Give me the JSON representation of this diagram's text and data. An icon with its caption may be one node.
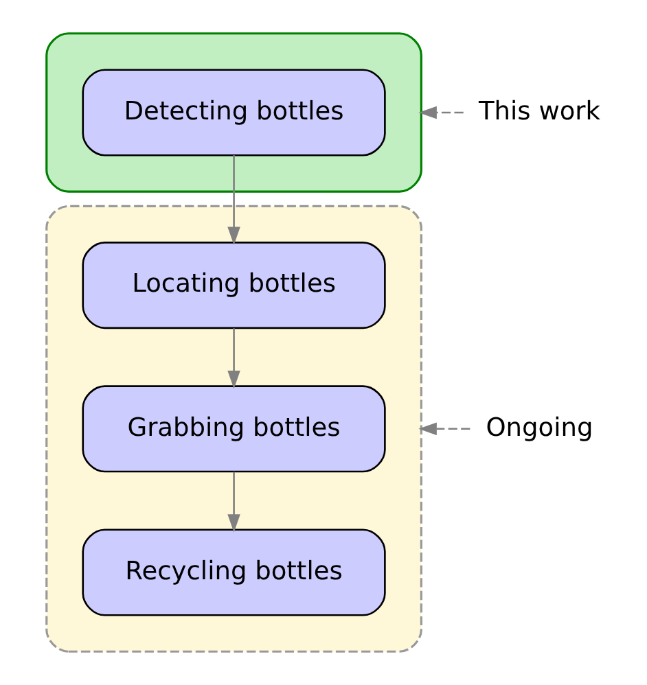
{
  "diagram": {
    "nodes": [
      {
        "text": [],
        "shape": "box"
      },
      {
        "text": [
          "Detecting bottles"
        ],
        "in": 0
      },
      {
        "text": [],
        "shape": "box"
      },
      {
        "text": [
          "Locating bottles"
        ],
        "in": 2
      },
      {
        "text": [
          "Grabbing bottles"
        ],
        "in": 2
      },
      {
        "text": [
          "Recycling bottles"
        ],
        "in": 2
      },
      {
        "text": [
          "This work"
        ]
      },
      {
        "text": [
          "Ongoing"
        ]
      }
    ],
    "edges": [
      {
        "from": 1,
        "to": 3,
        "arrow": "to"
      },
      {
        "from": 3,
        "to": 4,
        "arrow": "to"
      },
      {
        "from": 4,
        "to": 5,
        "arrow": "to"
      },
      {
        "from": 6,
        "to": 0,
        "arrow": "to",
        "style": "dashed"
      },
      {
        "from": 7,
        "to": 2,
        "arrow": "to",
        "style": "dashed"
      }
    ]
  }
}
